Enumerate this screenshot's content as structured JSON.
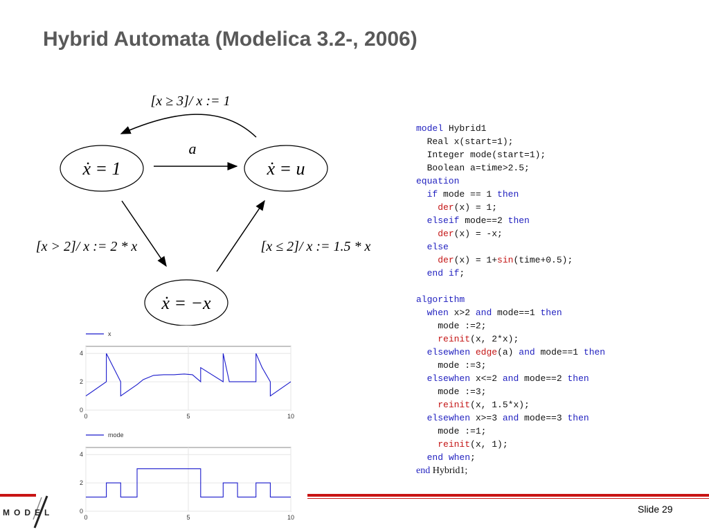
{
  "title": "Hybrid Automata (Modelica 3.2-, 2006)",
  "diagram": {
    "state1": "ẋ = 1",
    "state2": "ẋ = u",
    "state3": "ẋ = −x",
    "top_guard": "[x ≥ 3]/ x := 1",
    "event": "a",
    "left_guard": "[x > 2]/ x := 2 * x",
    "right_guard": "[x ≤ 2]/ x := 1.5 * x"
  },
  "code_lines": [
    [
      {
        "t": "model",
        "c": "kw"
      },
      {
        "t": " Hybrid1"
      }
    ],
    [
      {
        "t": "  Real x(start=1);"
      }
    ],
    [
      {
        "t": "  Integer mode(start=1);"
      }
    ],
    [
      {
        "t": "  Boolean a=time>2.5;"
      }
    ],
    [
      {
        "t": "equation",
        "c": "kw"
      }
    ],
    [
      {
        "t": "  "
      },
      {
        "t": "if",
        "c": "kw"
      },
      {
        "t": " mode == 1 "
      },
      {
        "t": "then",
        "c": "kw"
      }
    ],
    [
      {
        "t": "    "
      },
      {
        "t": "der",
        "c": "fn"
      },
      {
        "t": "(x) = 1;"
      }
    ],
    [
      {
        "t": "  "
      },
      {
        "t": "elseif",
        "c": "kw"
      },
      {
        "t": " mode==2 "
      },
      {
        "t": "then",
        "c": "kw"
      }
    ],
    [
      {
        "t": "    "
      },
      {
        "t": "der",
        "c": "fn"
      },
      {
        "t": "(x) = -x;"
      }
    ],
    [
      {
        "t": "  "
      },
      {
        "t": "else",
        "c": "kw"
      }
    ],
    [
      {
        "t": "    "
      },
      {
        "t": "der",
        "c": "fn"
      },
      {
        "t": "(x) = 1+"
      },
      {
        "t": "sin",
        "c": "fn"
      },
      {
        "t": "(time+0.5);"
      }
    ],
    [
      {
        "t": "  "
      },
      {
        "t": "end if",
        "c": "kw"
      },
      {
        "t": ";"
      }
    ],
    [
      {
        "t": ""
      }
    ],
    [
      {
        "t": "algorithm",
        "c": "kw"
      }
    ],
    [
      {
        "t": "  "
      },
      {
        "t": "when",
        "c": "kw"
      },
      {
        "t": " x>2 "
      },
      {
        "t": "and",
        "c": "kw"
      },
      {
        "t": " mode==1 "
      },
      {
        "t": "then",
        "c": "kw"
      }
    ],
    [
      {
        "t": "    mode :=2;"
      }
    ],
    [
      {
        "t": "    "
      },
      {
        "t": "reinit",
        "c": "fn"
      },
      {
        "t": "(x, 2*x);"
      }
    ],
    [
      {
        "t": "  "
      },
      {
        "t": "elsewhen",
        "c": "kw"
      },
      {
        "t": " "
      },
      {
        "t": "edge",
        "c": "fn"
      },
      {
        "t": "(a) "
      },
      {
        "t": "and",
        "c": "kw"
      },
      {
        "t": " mode==1 "
      },
      {
        "t": "then",
        "c": "kw"
      }
    ],
    [
      {
        "t": "    mode :=3;"
      }
    ],
    [
      {
        "t": "  "
      },
      {
        "t": "elsewhen",
        "c": "kw"
      },
      {
        "t": " x<=2 "
      },
      {
        "t": "and",
        "c": "kw"
      },
      {
        "t": " mode==2 "
      },
      {
        "t": "then",
        "c": "kw"
      }
    ],
    [
      {
        "t": "    mode :=3;"
      }
    ],
    [
      {
        "t": "    "
      },
      {
        "t": "reinit",
        "c": "fn"
      },
      {
        "t": "(x, 1.5*x);"
      }
    ],
    [
      {
        "t": "  "
      },
      {
        "t": "elsewhen",
        "c": "kw"
      },
      {
        "t": " x>=3 "
      },
      {
        "t": "and",
        "c": "kw"
      },
      {
        "t": " mode==3 "
      },
      {
        "t": "then",
        "c": "kw"
      }
    ],
    [
      {
        "t": "    mode :=1;"
      }
    ],
    [
      {
        "t": "    "
      },
      {
        "t": "reinit",
        "c": "fn"
      },
      {
        "t": "(x, 1);"
      }
    ],
    [
      {
        "t": "  "
      },
      {
        "t": "end when",
        "c": "kw"
      },
      {
        "t": ";"
      }
    ]
  ],
  "code_end": [
    {
      "t": "end",
      "c": "kw"
    },
    {
      "t": " Hybrid1;"
    }
  ],
  "chart_data": [
    {
      "type": "line",
      "series": [
        {
          "name": "x",
          "x": [
            0,
            1.0,
            1.001,
            1.7,
            1.701,
            2.5,
            2.8,
            3.3,
            3.8,
            4.3,
            4.8,
            5.2,
            5.6,
            5.601,
            6.7,
            6.701,
            7.0,
            8.3,
            8.301,
            8.6,
            9.0,
            9.001,
            10
          ],
          "y": [
            1.0,
            2.0,
            4.0,
            2.0,
            1.0,
            1.8,
            2.15,
            2.45,
            2.5,
            2.5,
            2.55,
            2.5,
            2.0,
            3.0,
            2.0,
            4.0,
            2.0,
            2.0,
            4.0,
            3.0,
            2.0,
            1.0,
            2.0
          ]
        }
      ],
      "xlim": [
        0,
        10
      ],
      "ylim": [
        0,
        4.5
      ],
      "xticks": [
        0,
        5,
        10
      ],
      "yticks": [
        0,
        2,
        4
      ],
      "legend": "top-left"
    },
    {
      "type": "line",
      "series": [
        {
          "name": "mode",
          "x": [
            0,
            1.0,
            1.001,
            1.7,
            1.701,
            2.5,
            2.501,
            5.6,
            5.601,
            6.7,
            6.701,
            7.4,
            7.401,
            8.3,
            8.301,
            9.0,
            9.001,
            10
          ],
          "y": [
            1,
            1,
            2,
            2,
            1,
            1,
            3,
            3,
            1,
            1,
            2,
            2,
            1,
            1,
            2,
            2,
            1,
            1
          ]
        }
      ],
      "xlim": [
        0,
        10
      ],
      "ylim": [
        0,
        4.5
      ],
      "xticks": [
        0,
        5,
        10
      ],
      "yticks": [
        0,
        2,
        4
      ],
      "legend": "top-left"
    }
  ],
  "footer": {
    "logo": "MODEL",
    "slide": "Slide 29"
  }
}
